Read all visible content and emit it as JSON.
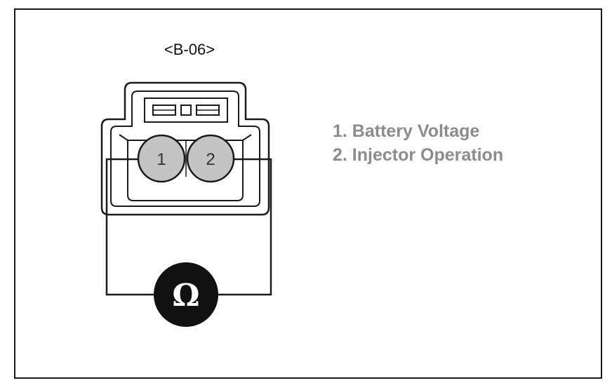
{
  "connector": {
    "id": "<B-06>"
  },
  "pins": [
    {
      "number": "1"
    },
    {
      "number": "2"
    }
  ],
  "legend": {
    "items": [
      "1. Battery Voltage",
      "2. Injector Operation"
    ]
  },
  "meter": {
    "symbol": "Ω"
  },
  "colors": {
    "line": "#1a1a1a",
    "pin_fill": "#c4c4c4",
    "legend_text": "#8c8c8c",
    "meter_fill": "#111111"
  }
}
